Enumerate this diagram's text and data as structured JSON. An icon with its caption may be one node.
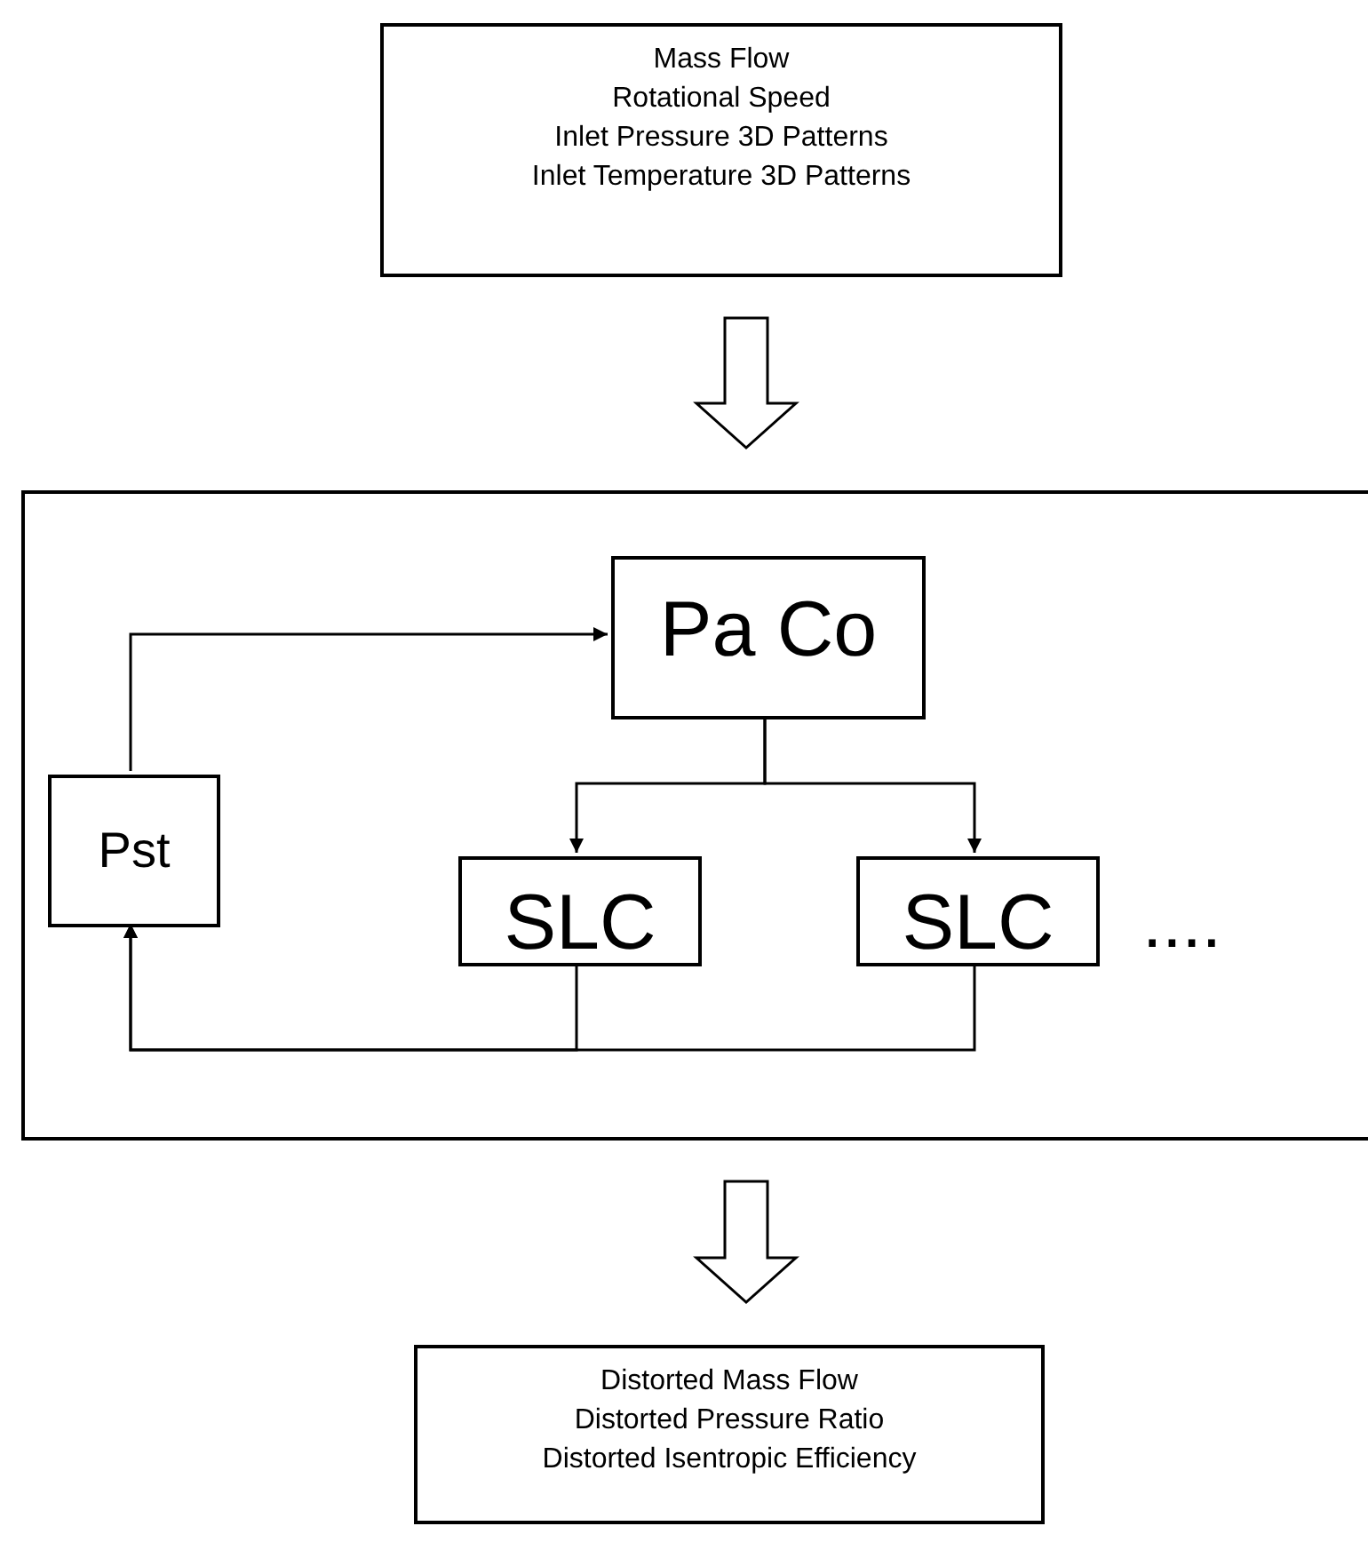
{
  "diagram": {
    "nodes": [
      {
        "text": [
          "Mass Flow",
          "Rotational Speed",
          "Inlet Pressure 3D Patterns",
          "Inlet Temperature 3D Patterns"
        ]
      },
      {
        "text": [],
        "shape": "box"
      },
      {
        "text": [
          "Pa Co"
        ],
        "in": 1
      },
      {
        "text": [
          "Pst"
        ],
        "in": 1
      },
      {
        "text": [
          "SLC"
        ],
        "in": 1
      },
      {
        "text": [
          "SLC"
        ],
        "in": 1
      },
      {
        "text": [
          "Distorted Mass Flow",
          "Distorted Pressure Ratio",
          "Distorted Isentropic Efficiency"
        ]
      }
    ],
    "edges": [
      {
        "from": 0,
        "to": 1,
        "arrow": "to",
        "style": "thick"
      },
      {
        "from": 3,
        "to": 2,
        "arrow": "to"
      },
      {
        "from": 2,
        "to": 4,
        "arrow": "to"
      },
      {
        "from": 2,
        "to": 5,
        "arrow": "to"
      },
      {
        "from": 4,
        "to": 3,
        "arrow": "to"
      },
      {
        "from": 5,
        "to": 3,
        "arrow": "to"
      },
      {
        "from": 1,
        "to": 6,
        "arrow": "to",
        "style": "thick"
      }
    ],
    "labels": [
      "...."
    ]
  }
}
